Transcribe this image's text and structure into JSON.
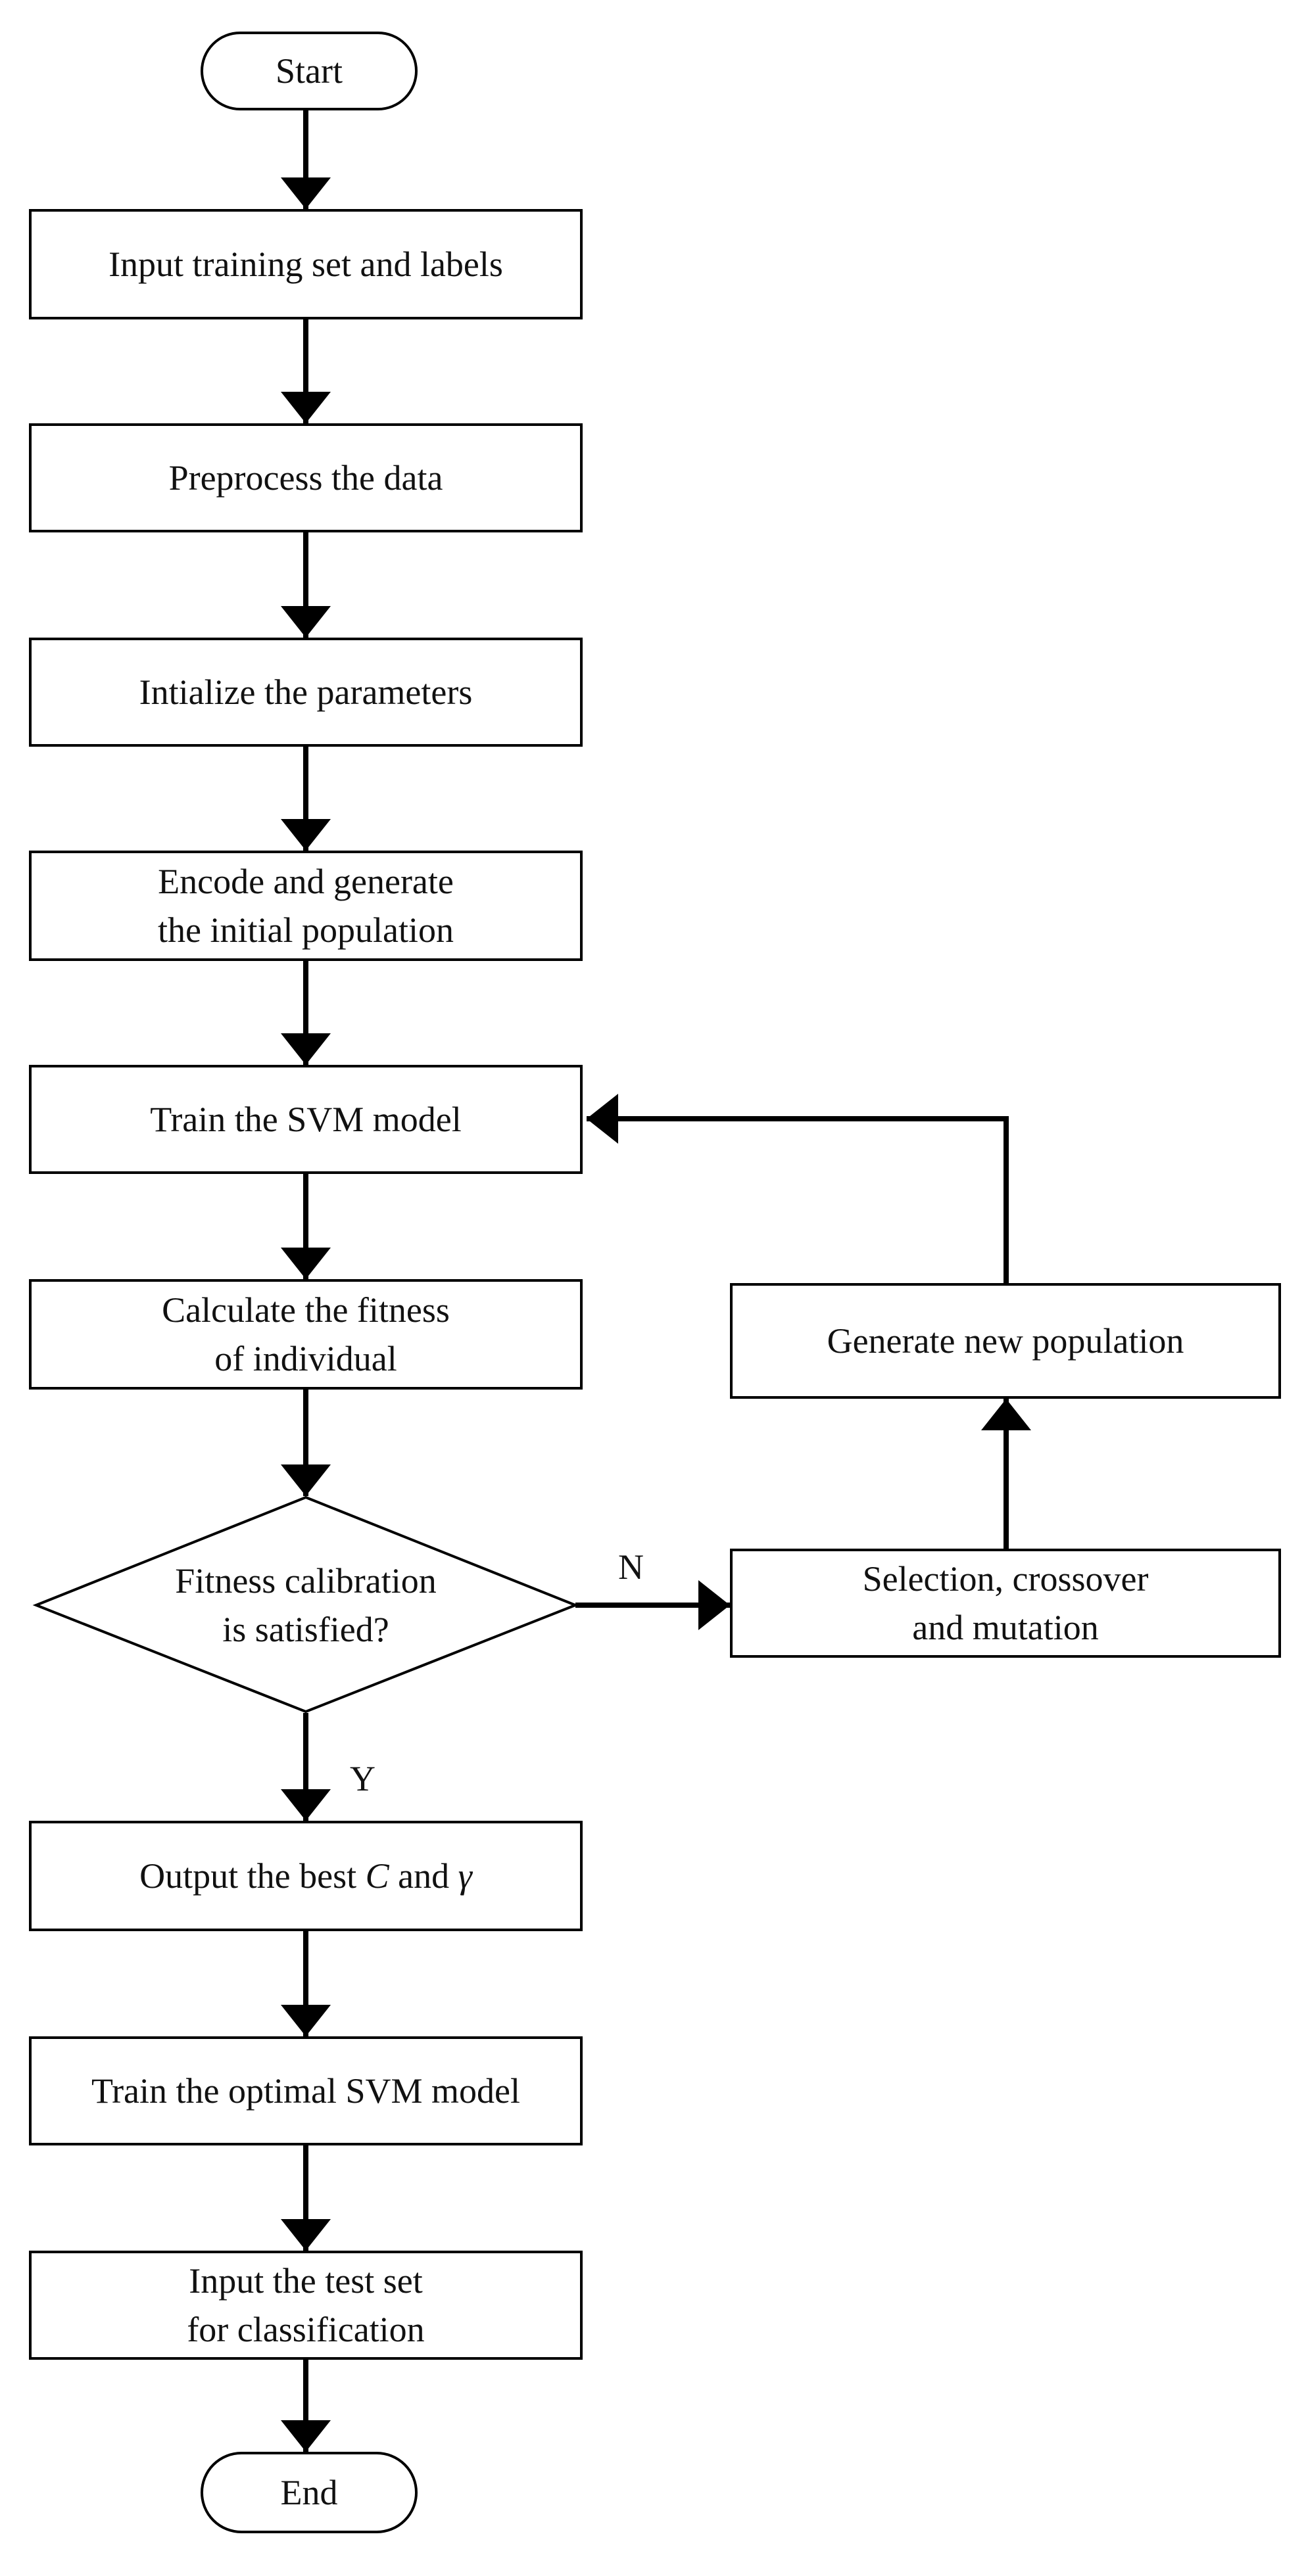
{
  "nodes": {
    "start": {
      "lines": [
        "Start"
      ]
    },
    "input_training": {
      "lines": [
        "Input training set and labels"
      ]
    },
    "preprocess": {
      "lines": [
        "Preprocess the data"
      ]
    },
    "initialize": {
      "lines": [
        "Intialize the parameters"
      ]
    },
    "encode": {
      "lines": [
        "Encode and generate",
        "the initial population"
      ]
    },
    "train_svm": {
      "lines": [
        "Train the SVM model"
      ]
    },
    "fitness": {
      "lines": [
        "Calculate the fitness",
        "of individual"
      ]
    },
    "decision": {
      "lines": [
        "Fitness calibration",
        "is satisfied?"
      ]
    },
    "output_best": {
      "prefix": "Output the best ",
      "sym1": "C",
      "mid": " and ",
      "sym2": "γ"
    },
    "train_optimal": {
      "lines": [
        "Train the optimal SVM model"
      ]
    },
    "input_test": {
      "lines": [
        "Input the test set",
        "for classification"
      ]
    },
    "end": {
      "lines": [
        "End"
      ]
    },
    "selection": {
      "lines": [
        "Selection, crossover",
        "and mutation"
      ]
    },
    "generate": {
      "lines": [
        "Generate new population"
      ]
    }
  },
  "edge_labels": {
    "no": "N",
    "yes": "Y"
  },
  "colors": {
    "stroke": "#000000",
    "text": "#111111",
    "background": "#ffffff"
  }
}
